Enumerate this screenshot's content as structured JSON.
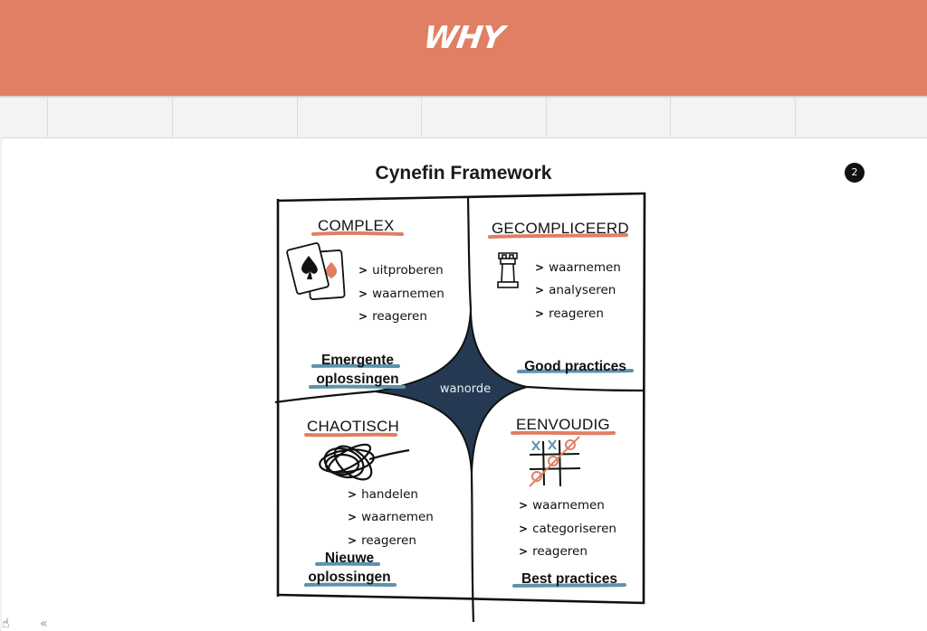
{
  "header": {
    "title": "WHY"
  },
  "slide": {
    "badge": "2"
  },
  "framework": {
    "title": "Cynefin Framework",
    "center": "wanorde",
    "quadrants": {
      "complex": {
        "label": "COMPLEX",
        "icon": "playing-cards-icon",
        "items": [
          "uitproberen",
          "waarnemen",
          "reageren"
        ],
        "outcome_line1": "Emergente",
        "outcome_line2": "oplossingen"
      },
      "complicated": {
        "label": "GECOMPLICEERD",
        "icon": "chess-rook-icon",
        "items": [
          "waarnemen",
          "analyseren",
          "reageren"
        ],
        "outcome": "Good practices"
      },
      "chaotic": {
        "label": "CHAOTISCH",
        "icon": "scribble-icon",
        "items": [
          "handelen",
          "waarnemen",
          "reageren"
        ],
        "outcome_line1": "Nieuwe",
        "outcome_line2": "oplossingen"
      },
      "simple": {
        "label": "EENVOUDIG",
        "icon": "tic-tac-toe-icon",
        "items": [
          "waarnemen",
          "categoriseren",
          "reageren"
        ],
        "outcome": "Best practices"
      }
    }
  },
  "colors": {
    "header": "#e07f63",
    "underline_red": "#e07f63",
    "underline_blue": "#5b93ab",
    "center": "#253a52"
  }
}
